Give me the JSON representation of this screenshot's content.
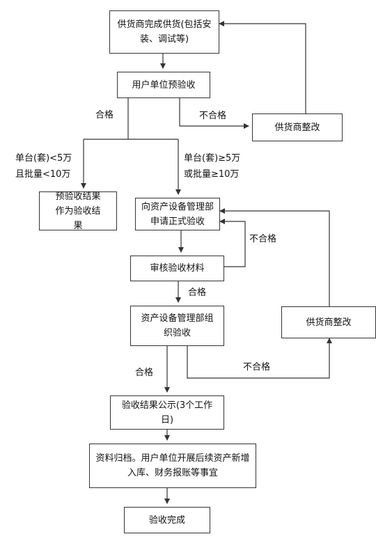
{
  "nodes": {
    "supplier_delivery": "供货商完成供货(包括安装、调试等)",
    "user_pre_accept": "用户单位预验收",
    "supplier_fix_1": "供货商整改",
    "pre_result": "预验收结果作为验收结果",
    "apply_formal": "向资产设备管理部申请正式验收",
    "review_materials": "审核验收材料",
    "organize_accept": "资产设备管理部组织验收",
    "supplier_fix_2": "供货商整改",
    "publicize": "验收结果公示(3个工作日)",
    "archive": "资料归档。用户单位开展后续资产新增入库、财务报账等事宜",
    "done": "验收完成"
  },
  "labels": {
    "pass_1": "合格",
    "fail_1": "不合格",
    "small_line1": "单台(套)<5万",
    "small_line2": "且批量<10万",
    "large_line1": "单台(套)≥5万",
    "large_line2": "或批量≥10万",
    "fail_2": "不合格",
    "pass_2": "合格",
    "pass_3": "合格",
    "fail_3": "不合格"
  }
}
